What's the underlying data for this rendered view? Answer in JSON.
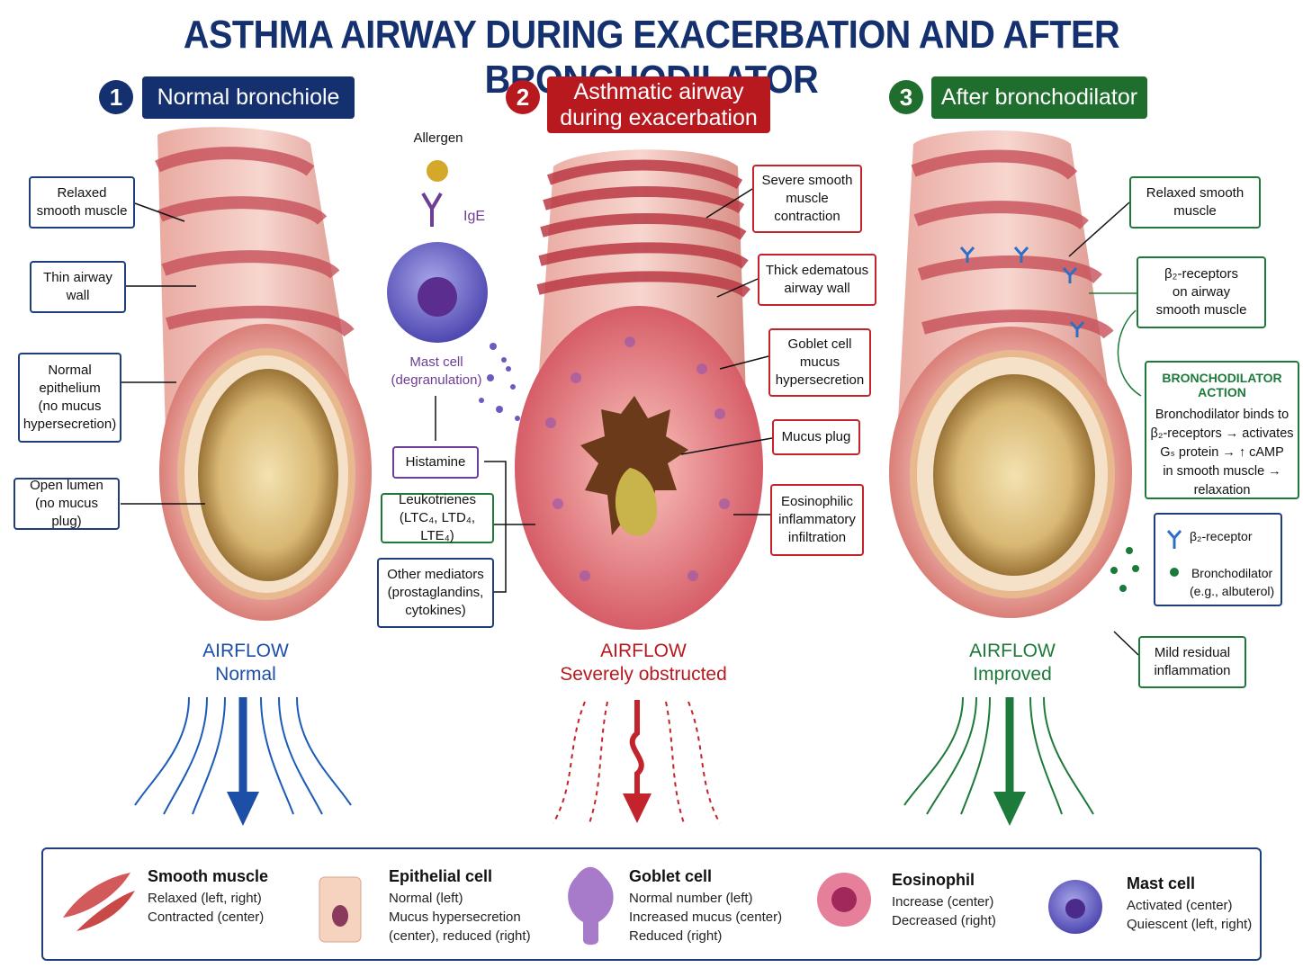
{
  "title": "ASTHMA AIRWAY DURING EXACERBATION AND AFTER BRONCHODILATOR",
  "colors": {
    "blue": "#14306e",
    "red": "#b8191f",
    "green": "#1f6e2e",
    "purple": "#6d3d97"
  },
  "panels": [
    {
      "number": "1",
      "heading": "Normal bronchiole",
      "airflow": "AIRFLOW",
      "airflow_status": "Normal"
    },
    {
      "number": "2",
      "heading": "Asthmatic airway\nduring exacerbation",
      "airflow": "AIRFLOW",
      "airflow_status": "Severely obstructed"
    },
    {
      "number": "3",
      "heading": "After bronchodilator",
      "airflow": "AIRFLOW",
      "airflow_status": "Improved"
    }
  ],
  "left_labels": [
    "Relaxed\nsmooth muscle",
    "Thin airway\nwall",
    "Normal\nepithelium\n(no mucus\nhypersecretion)",
    "Open lumen\n(no mucus plug)"
  ],
  "mediators": {
    "allergen": "Allergen",
    "ige": "IgE",
    "mast_cell": "Mast cell\n(degranulation)",
    "histamine": "Histamine",
    "leukotrienes": "Leukotrienes\n(LTC₄, LTD₄, LTE₄)",
    "other": "Other mediators\n(prostaglandins,\ncytokines)"
  },
  "center_labels": [
    "Severe smooth\nmuscle\ncontraction",
    "Thick edematous\nairway wall",
    "Goblet cell\nmucus\nhypersecretion",
    "Mucus plug",
    "Eosinophilic\ninflammatory\ninfiltration"
  ],
  "right_labels": {
    "relaxed": "Relaxed smooth\nmuscle",
    "receptors": "β₂-receptors\non airway\nsmooth muscle",
    "action_title": "BRONCHODILATOR ACTION",
    "action_text": "Bronchodilator binds to\nβ₂-receptors → activates\nGₛ protein → ↑ cAMP\nin smooth muscle →\nrelaxation",
    "key_receptor": "β₂-receptor",
    "key_drug": "Bronchodilator\n(e.g., albuterol)",
    "residual": "Mild residual\ninflammation"
  },
  "legend": [
    {
      "title": "Smooth muscle",
      "text": "Relaxed (left, right)\nContracted (center)",
      "icon": "smooth-muscle-icon"
    },
    {
      "title": "Epithelial cell",
      "text": "Normal (left)\nMucus hypersecretion\n(center), reduced (right)",
      "icon": "epithelial-cell-icon"
    },
    {
      "title": "Goblet cell",
      "text": "Normal number (left)\nIncreased mucus (center)\nReduced (right)",
      "icon": "goblet-cell-icon"
    },
    {
      "title": "Eosinophil",
      "text": "Increase (center)\nDecreased (right)",
      "icon": "eosinophil-icon"
    },
    {
      "title": "Mast cell",
      "text": "Activated (center)\nQuiescent (left, right)",
      "icon": "mast-cell-icon"
    }
  ]
}
